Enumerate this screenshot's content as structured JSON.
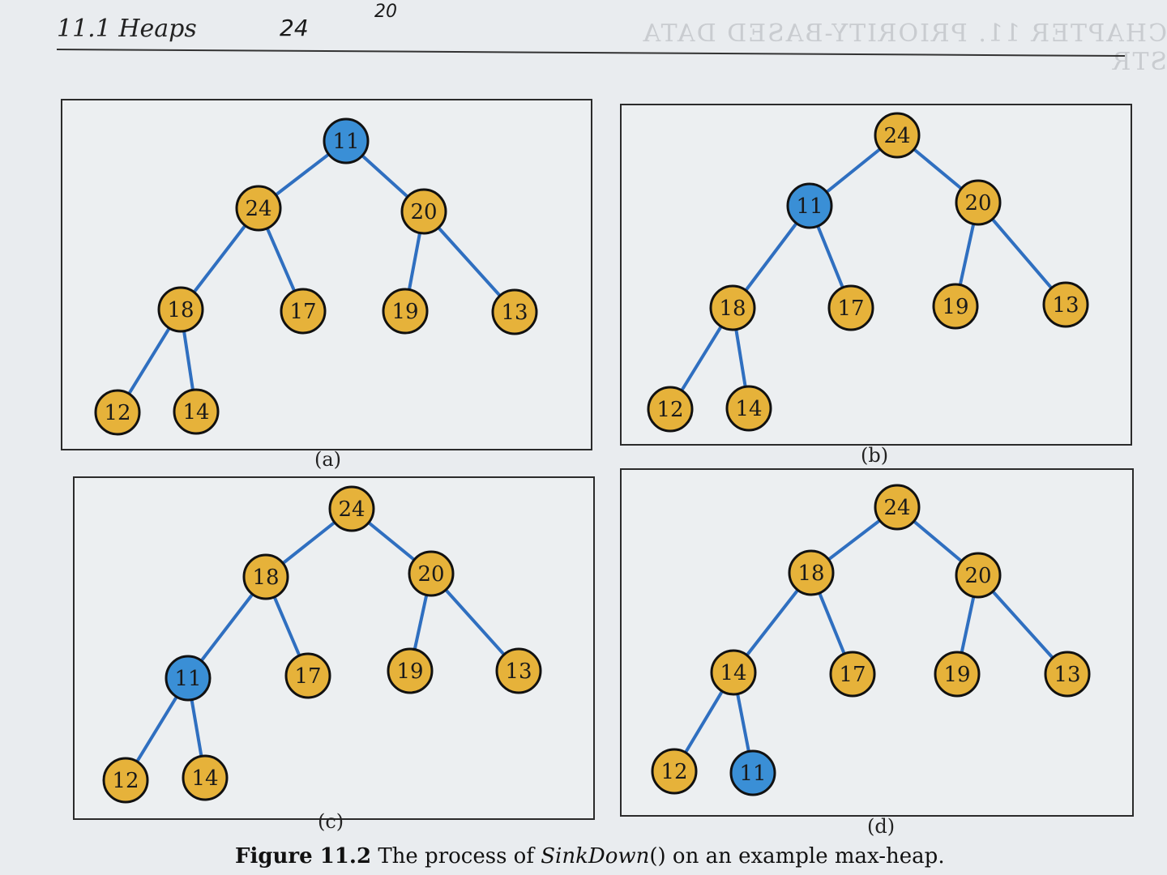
{
  "header": {
    "title": "11.1 Heaps",
    "handwritten": [
      "24",
      "20"
    ]
  },
  "panels": [
    {
      "label": "(a)",
      "nodes": {
        "r": "11",
        "l": "24",
        "rr": "20",
        "ll": "18",
        "lr": "17",
        "rl": "19",
        "rrr": "13",
        "lll": "12",
        "llr": "14"
      },
      "highlight": [
        "r"
      ]
    },
    {
      "label": "(b)",
      "nodes": {
        "r": "24",
        "l": "11",
        "rr": "20",
        "ll": "18",
        "lr": "17",
        "rl": "19",
        "rrr": "13",
        "lll": "12",
        "llr": "14"
      },
      "highlight": [
        "l"
      ]
    },
    {
      "label": "(c)",
      "nodes": {
        "r": "24",
        "l": "18",
        "rr": "20",
        "ll": "11",
        "lr": "17",
        "rl": "19",
        "rrr": "13",
        "lll": "12",
        "llr": "14"
      },
      "highlight": [
        "ll"
      ]
    },
    {
      "label": "(d)",
      "nodes": {
        "r": "24",
        "l": "18",
        "rr": "20",
        "ll": "14",
        "lr": "17",
        "rl": "19",
        "rrr": "13",
        "lll": "12",
        "llr": "11"
      },
      "highlight": [
        "llr"
      ]
    }
  ],
  "caption": {
    "figure": "Figure 11.2",
    "text_before": "The process of",
    "func": "SinkDown",
    "text_after": "() on an example max-heap."
  },
  "colors": {
    "node_fill": "#e6b23a",
    "highlight_fill": "#3a8fd6",
    "edge": "#2f6fc0",
    "stroke": "#111111"
  }
}
